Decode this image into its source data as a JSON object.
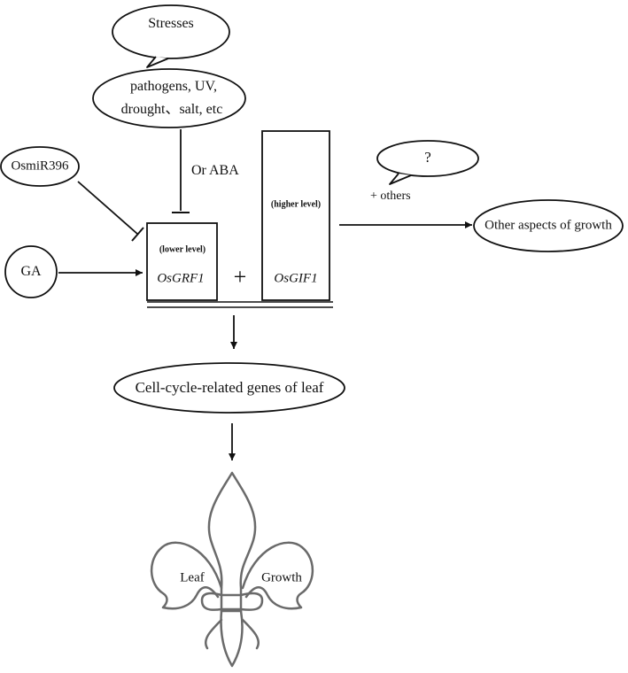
{
  "diagram": {
    "stresses": "Stresses",
    "stress_examples_line1": "pathogens, UV,",
    "stress_examples_line2": "drought、salt, etc",
    "osmir396": "OsmiR396",
    "ga": "GA",
    "or_aba": "Or ABA",
    "grf_level": "(lower level)",
    "grf_gene": "OsGRF1",
    "plus": "+",
    "gif_level": "(higher level)",
    "gif_gene": "OsGIF1",
    "question": "?",
    "others": "+ others",
    "other_aspects": "Other aspects of growth",
    "cell_cycle": "Cell-cycle-related genes of leaf",
    "leaf": "Leaf",
    "growth": "Growth"
  }
}
